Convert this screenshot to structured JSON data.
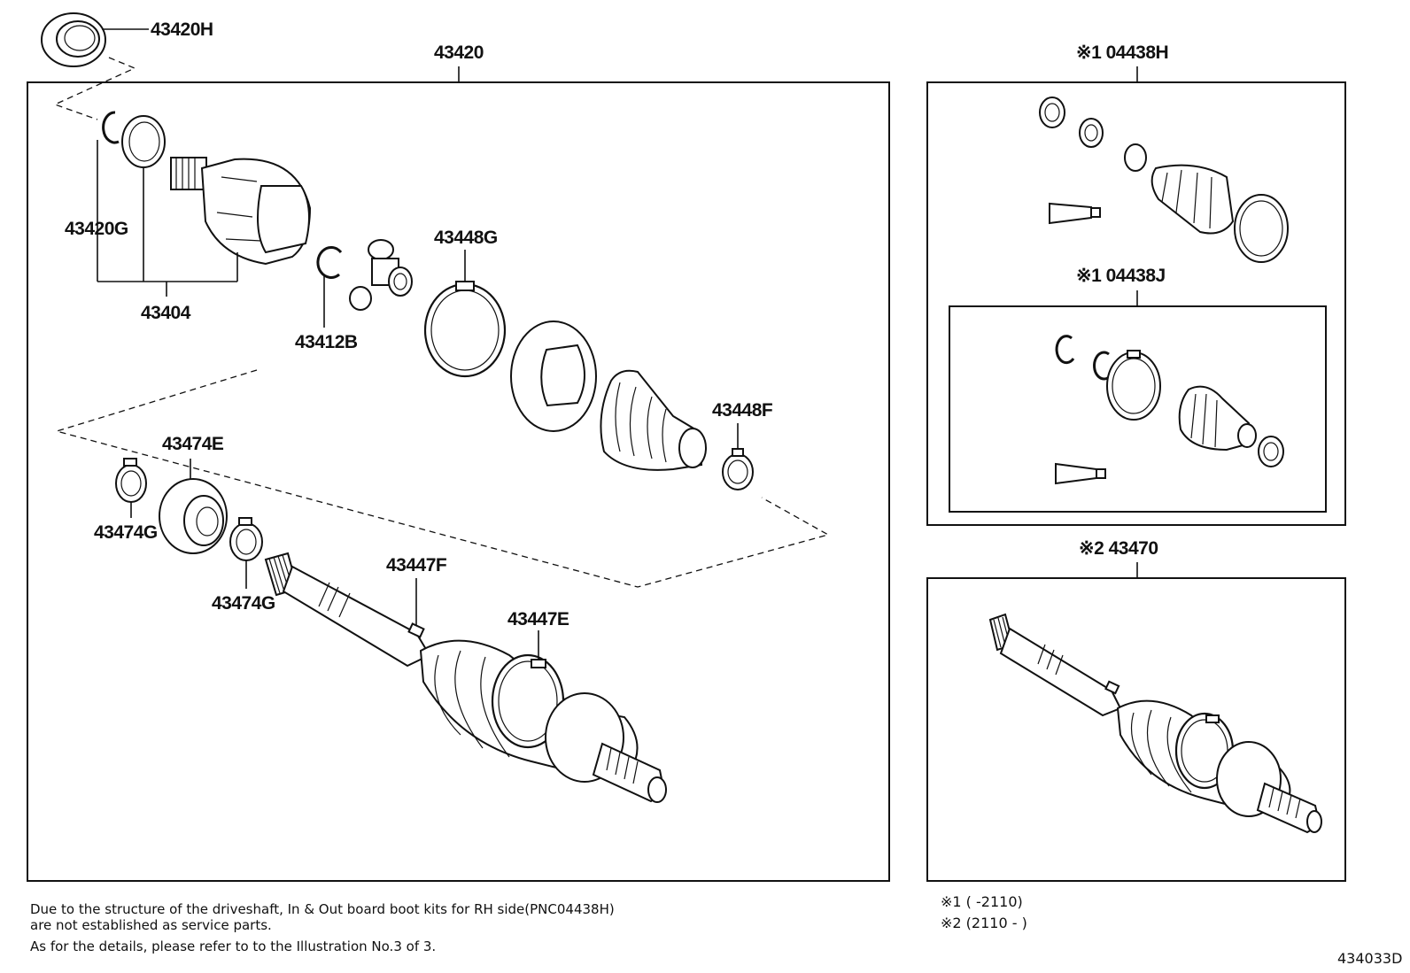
{
  "diagram": {
    "labels": {
      "p43420H": "43420H",
      "p43420": "43420",
      "p43420G": "43420G",
      "p43404": "43404",
      "p43412B": "43412B",
      "p43448G": "43448G",
      "p43448F": "43448F",
      "p43474E": "43474E",
      "p43474G_a": "43474G",
      "p43474G_b": "43474G",
      "p43447F": "43447F",
      "p43447E": "43447E",
      "p04438H": "※1 04438H",
      "p04438J": "※1 04438J",
      "p43470": "※2 43470"
    },
    "notes": [
      "Due to the structure of the driveshaft, In & Out board  boot kits for RH side(PNC04438H)",
      "are not established as service parts.",
      "As for the details, please refer to to the Illustration No.3 of 3."
    ],
    "ranges": [
      "※1 (         -2110)",
      "※2 (2110 -         )"
    ],
    "diagram_id": "434033D"
  }
}
